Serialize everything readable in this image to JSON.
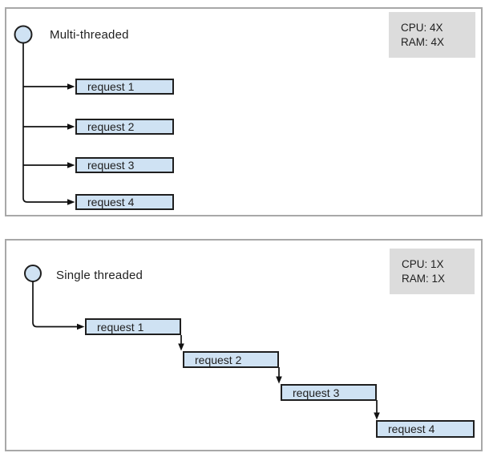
{
  "panels": [
    {
      "title": "Multi-threaded",
      "stats": {
        "cpu": "CPU: 4X",
        "ram": "RAM: 4X"
      },
      "requests": [
        "request 1",
        "request 2",
        "request 3",
        "request 4"
      ]
    },
    {
      "title": "Single threaded",
      "stats": {
        "cpu": "CPU: 1X",
        "ram": "RAM: 1X"
      },
      "requests": [
        "request 1",
        "request 2",
        "request 3",
        "request 4"
      ]
    }
  ],
  "colors": {
    "box_fill": "#cfe2f3",
    "box_border": "#1f1f1f",
    "panel_border": "#a8a8a8",
    "stat_bg": "#dcdcdc",
    "line": "#111111",
    "text": "#1f1f1f",
    "bg": "#ffffff"
  }
}
